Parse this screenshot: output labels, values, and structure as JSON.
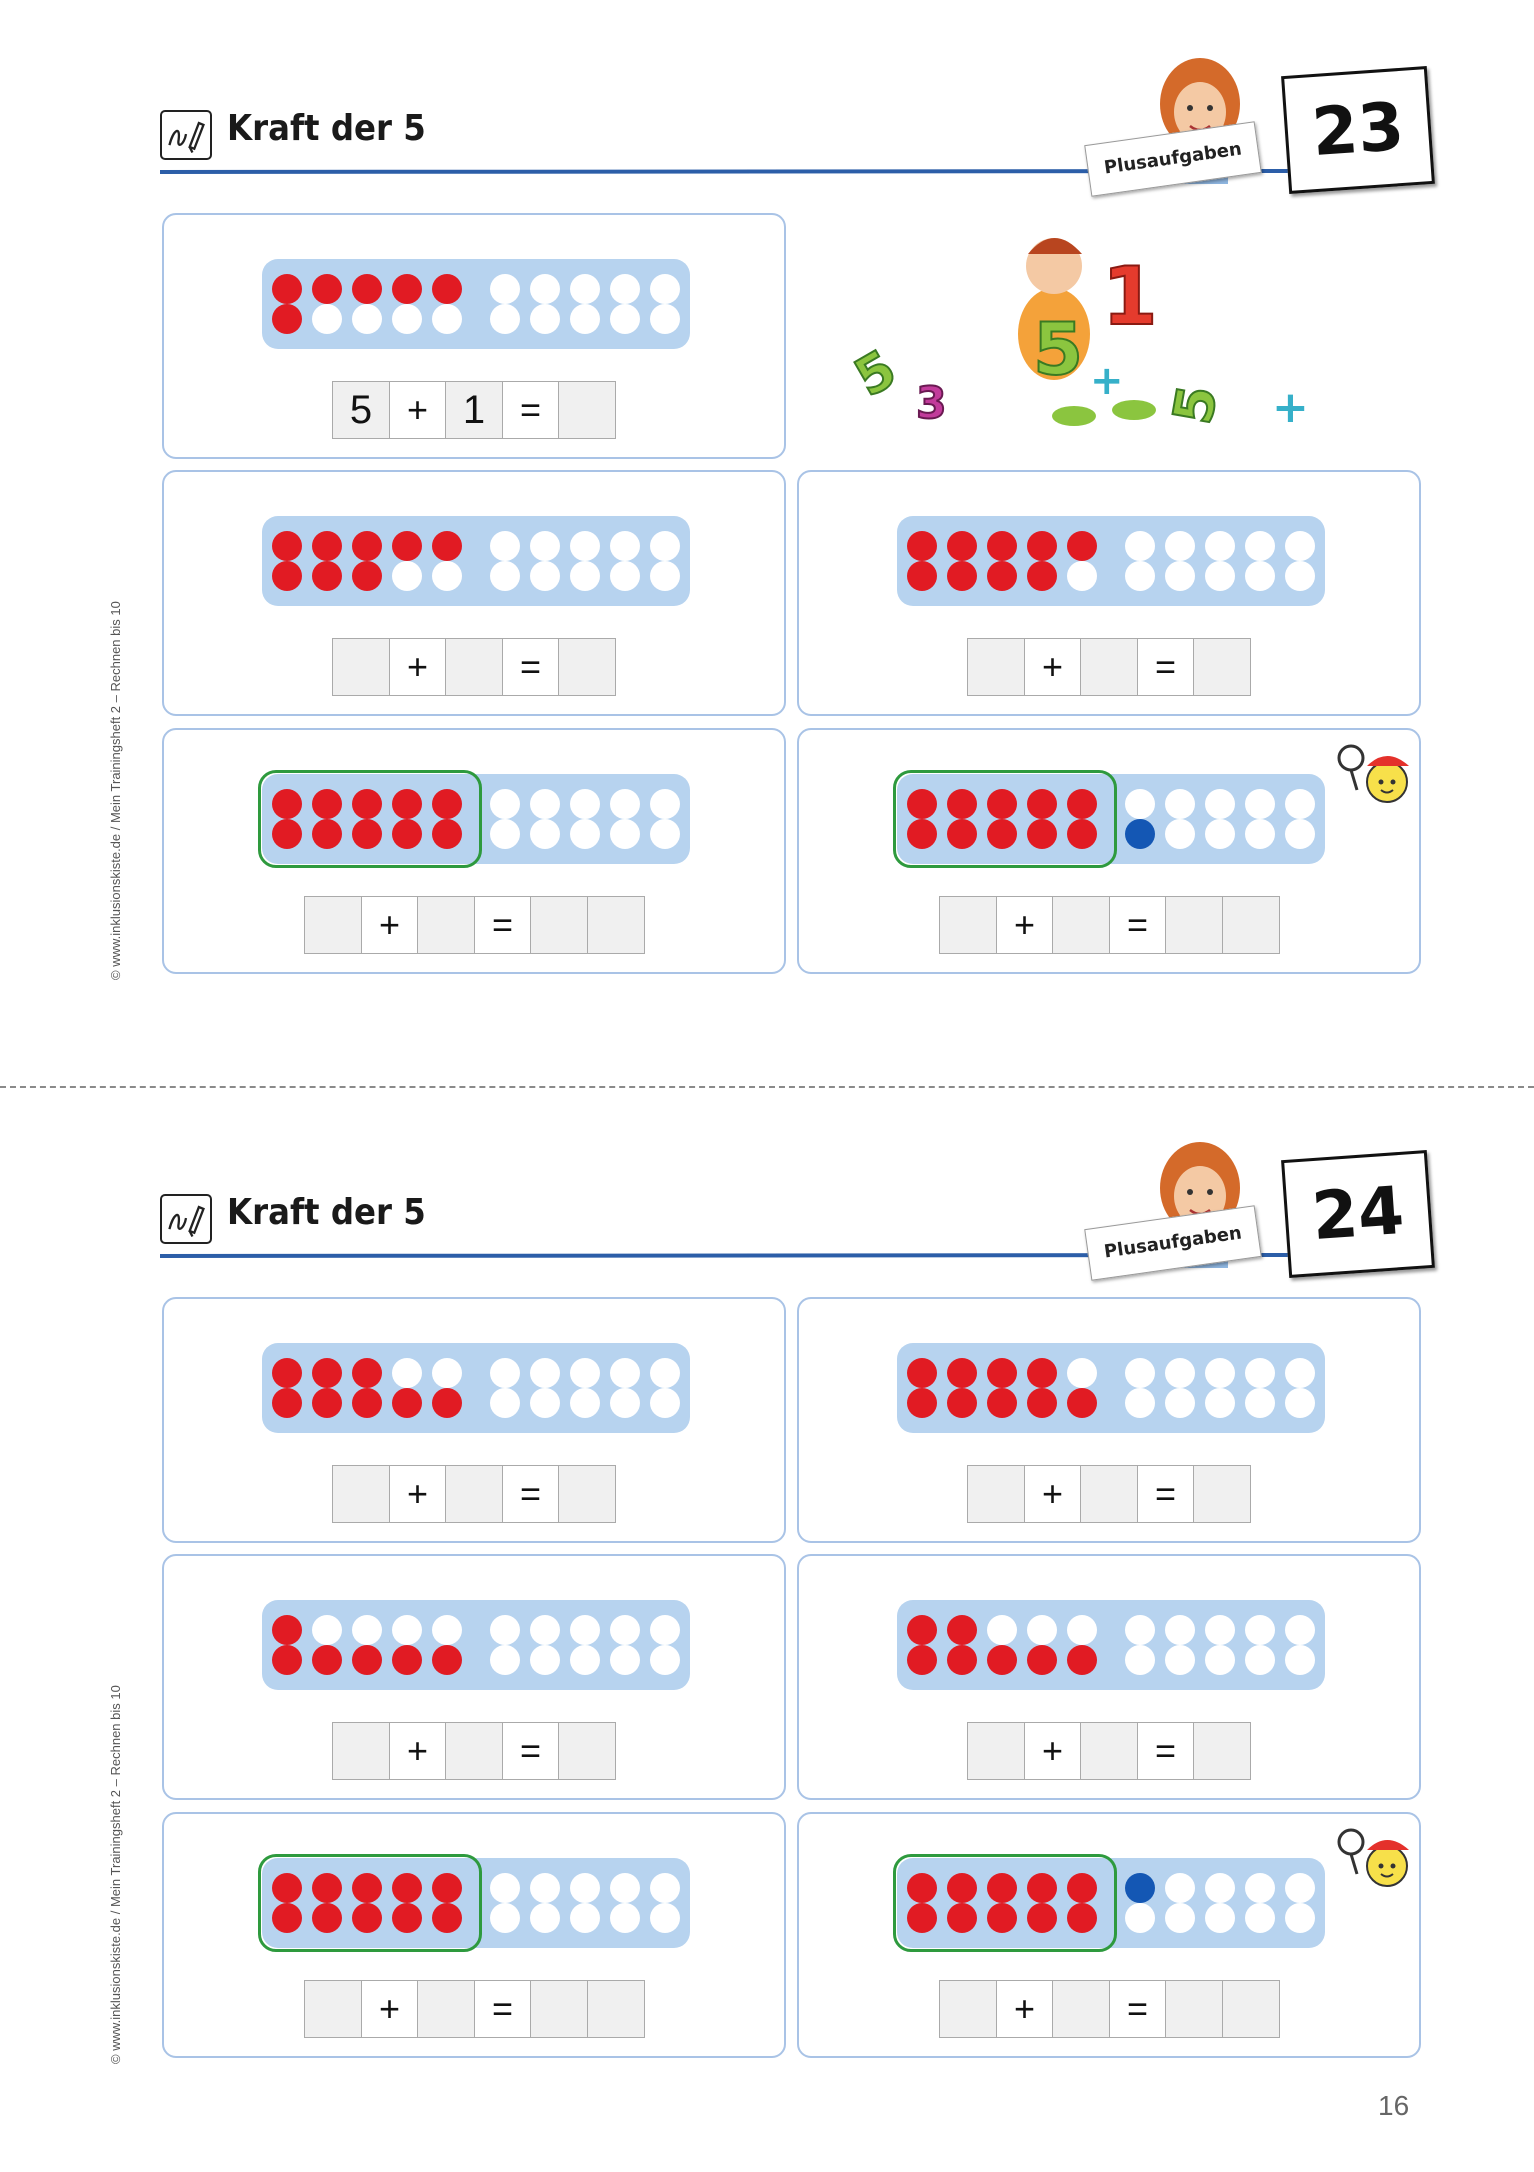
{
  "worksheets": [
    {
      "title": "Kraft der 5",
      "category_label": "Plusaufgaben",
      "number": "23",
      "copyright": "© www.inklusionskiste.de / Mein Trainingsheft 2 – Rechnen bis 10",
      "exercises": [
        {
          "top_red": 5,
          "bottom_red": 1,
          "bottom_blue": 0,
          "top_blue": 0,
          "highlight_five": false,
          "eq": [
            "5",
            "+",
            "1",
            "=",
            ""
          ]
        },
        {
          "top_red": 5,
          "bottom_red": 3,
          "bottom_blue": 0,
          "top_blue": 0,
          "highlight_five": false,
          "eq": [
            "",
            "+",
            "",
            "=",
            ""
          ]
        },
        {
          "top_red": 5,
          "bottom_red": 4,
          "bottom_blue": 0,
          "top_blue": 0,
          "highlight_five": false,
          "eq": [
            "",
            "+",
            "",
            "=",
            ""
          ]
        },
        {
          "top_red": 5,
          "bottom_red": 5,
          "bottom_blue": 0,
          "top_blue": 0,
          "highlight_five": true,
          "eq": [
            "",
            "+",
            "",
            "=",
            "",
            ""
          ]
        },
        {
          "top_red": 5,
          "bottom_red": 5,
          "bottom_blue": 1,
          "top_blue": 0,
          "highlight_five": true,
          "eq": [
            "",
            "+",
            "",
            "=",
            "",
            ""
          ]
        }
      ]
    },
    {
      "title": "Kraft der 5",
      "category_label": "Plusaufgaben",
      "number": "24",
      "copyright": "© www.inklusionskiste.de / Mein Trainingsheft 2 – Rechnen bis 10",
      "exercises": [
        {
          "top_red": 3,
          "bottom_red": 5,
          "bottom_blue": 0,
          "top_blue": 0,
          "highlight_five": false,
          "eq": [
            "",
            "+",
            "",
            "=",
            ""
          ]
        },
        {
          "top_red": 4,
          "bottom_red": 5,
          "bottom_blue": 0,
          "top_blue": 0,
          "highlight_five": false,
          "eq": [
            "",
            "+",
            "",
            "=",
            ""
          ]
        },
        {
          "top_red": 1,
          "bottom_red": 5,
          "bottom_blue": 0,
          "top_blue": 0,
          "highlight_five": false,
          "eq": [
            "",
            "+",
            "",
            "=",
            ""
          ]
        },
        {
          "top_red": 2,
          "bottom_red": 5,
          "bottom_blue": 0,
          "top_blue": 0,
          "highlight_five": false,
          "eq": [
            "",
            "+",
            "",
            "=",
            ""
          ]
        },
        {
          "top_red": 5,
          "bottom_red": 5,
          "bottom_blue": 0,
          "top_blue": 0,
          "highlight_five": true,
          "eq": [
            "",
            "+",
            "",
            "=",
            "",
            ""
          ]
        },
        {
          "top_red": 5,
          "bottom_red": 5,
          "bottom_blue": 0,
          "top_blue": 1,
          "highlight_five": true,
          "eq": [
            "",
            "+",
            "",
            "=",
            "",
            ""
          ]
        }
      ]
    }
  ],
  "page_number": "16",
  "colors": {
    "red_dot": "#e11b23",
    "blue_dot": "#1457b4",
    "frame": "#b7d3ef",
    "card_border": "#a9c3e6",
    "five_outline": "#2e9a3e"
  },
  "icons": [
    "pencil-writing-icon",
    "girl-illustration",
    "numbers-illustration",
    "magnifier-mascot-icon"
  ]
}
